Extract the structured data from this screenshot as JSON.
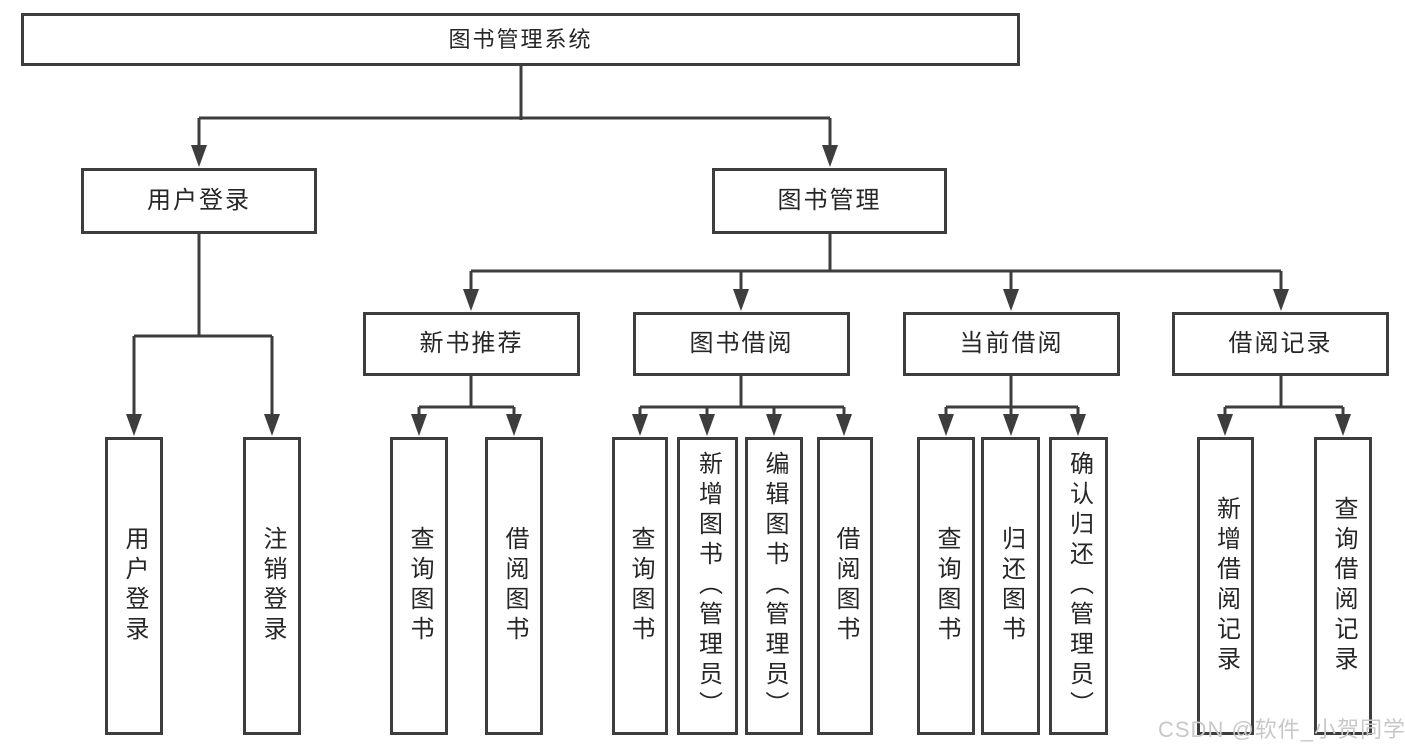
{
  "diagram": {
    "root": {
      "label": "图书管理系统"
    },
    "level2": [
      {
        "label": "用户登录"
      },
      {
        "label": "图书管理"
      }
    ],
    "level3": [
      {
        "label": "新书推荐"
      },
      {
        "label": "图书借阅"
      },
      {
        "label": "当前借阅"
      },
      {
        "label": "借阅记录"
      }
    ],
    "level4": [
      {
        "label": "用户登录"
      },
      {
        "label": "注销登录"
      },
      {
        "label": "查询图书"
      },
      {
        "label": "借阅图书"
      },
      {
        "label": "查询图书"
      },
      {
        "label": "新增图书（管理员）"
      },
      {
        "label": "编辑图书（管理员）"
      },
      {
        "label": "借阅图书"
      },
      {
        "label": "查询图书"
      },
      {
        "label": "归还图书"
      },
      {
        "label": "确认归还（管理员）"
      },
      {
        "label": "新增借阅记录"
      },
      {
        "label": "查询借阅记录"
      }
    ],
    "colors": {
      "line": "#3d3d3d",
      "text": "#262626",
      "watermark": "#c8c8c8",
      "background": "#ffffff"
    }
  },
  "watermark": {
    "text": "CSDN @软件_小贺同学"
  }
}
